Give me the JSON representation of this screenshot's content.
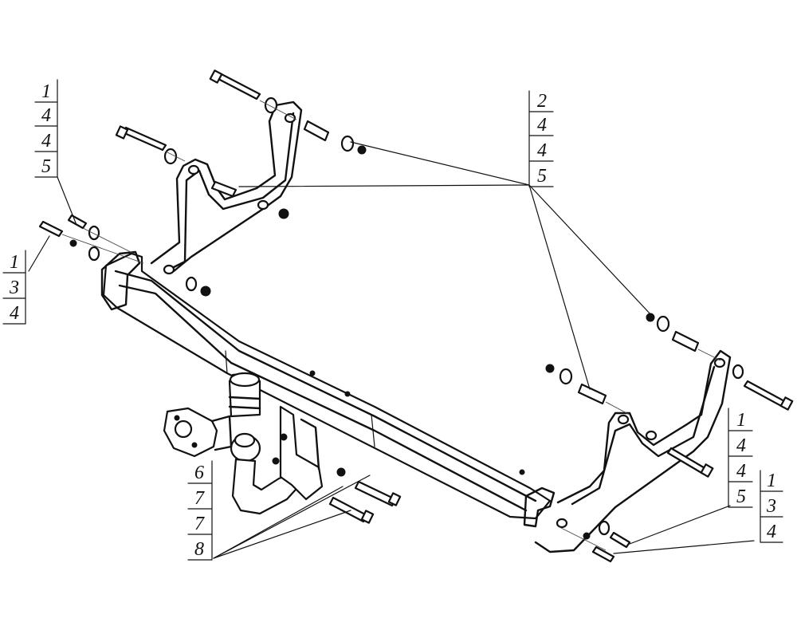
{
  "callouts": [
    {
      "id": "left-upper",
      "lines": [
        "1",
        "4",
        "4",
        "5"
      ]
    },
    {
      "id": "left-lower",
      "lines": [
        "1",
        "3",
        "4"
      ]
    },
    {
      "id": "top-right",
      "lines": [
        "2",
        "4",
        "4",
        "5"
      ]
    },
    {
      "id": "ball-mount",
      "lines": [
        "6",
        "7",
        "7",
        "8"
      ]
    },
    {
      "id": "right-upper",
      "lines": [
        "1",
        "4",
        "4",
        "5"
      ]
    },
    {
      "id": "right-lower",
      "lines": [
        "1",
        "3",
        "4"
      ]
    }
  ],
  "colors": {
    "line": "#111111",
    "background": "#ffffff"
  }
}
